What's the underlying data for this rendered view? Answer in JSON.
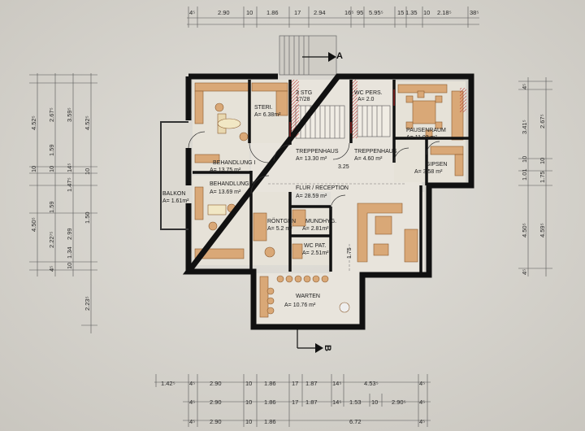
{
  "rooms": [
    {
      "id": "steri",
      "name": "STERI.",
      "area": "A= 6.38m²"
    },
    {
      "id": "behandlung1",
      "name": "BEHANDLUNG I",
      "area": "A= 13.75 m²"
    },
    {
      "id": "behandlung2",
      "name": "BEHANDLUNG II",
      "area": "A= 13.69 m²"
    },
    {
      "id": "balkon",
      "name": "BALKON",
      "area": "A= 1.61m²"
    },
    {
      "id": "treppenhaus1",
      "name": "TREPPENHAUS",
      "area": "A= 13.30 m²"
    },
    {
      "id": "treppenhaus2",
      "name": "TREPPENHAUS",
      "area": "A= 4.60 m²"
    },
    {
      "id": "flur",
      "name": "FLUR / RECEPTION",
      "area": "A= 28.59 m²"
    },
    {
      "id": "pausenraum",
      "name": "PAUSENRAUM",
      "area": "A= 11.03 m²"
    },
    {
      "id": "gipsen",
      "name": "GIPSEN",
      "area": "A= 3.58 m²"
    },
    {
      "id": "roentgen",
      "name": "RÖNTGEN",
      "area": "A= 5.2 m²"
    },
    {
      "id": "mundhyg",
      "name": "MUNDHYG.",
      "area": "A= 2.81m²"
    },
    {
      "id": "wcpat",
      "name": "WC PAT.",
      "area": "A= 2.51m²"
    },
    {
      "id": "warten",
      "name": "WARTEN",
      "area": "A= 10.76 m²"
    },
    {
      "id": "wcpers",
      "name": "WC PERS.",
      "area": "A= 2.0"
    }
  ],
  "small_labels": {
    "dim_325": "3.25",
    "dim_175": "1.75",
    "stair_label": "3 STG",
    "stair_rise": "17/28"
  },
  "section_marks": {
    "top": "A",
    "bottom": "B"
  },
  "dims_top": [
    "4⁵",
    "2.90",
    "10",
    "1.86",
    "17",
    "2.94",
    "16⁵",
    "95",
    "5.95⁵",
    "15",
    "1.35",
    "10",
    "2.18⁵",
    "38⁵"
  ],
  "dims_bottom_rows": [
    [
      "1.42⁵",
      "4⁵",
      "2.90",
      "10",
      "1.86",
      "17",
      "1.87",
      "14⁵",
      "4.53⁵",
      "4⁵"
    ],
    [
      "4⁵",
      "2.90",
      "10",
      "1.86",
      "17",
      "1.87",
      "14⁵",
      "1.53",
      "10",
      "2.90⁵",
      "4⁵"
    ],
    [
      "4⁵",
      "2.90",
      "10",
      "1.86",
      "6.72",
      "4⁵"
    ]
  ],
  "dims_left_rows": [
    [
      "4.52⁵",
      "10",
      "4.50⁵"
    ],
    [
      "2.67⁵",
      "1.59",
      "10",
      "1.59",
      "2.22⁷⁵",
      "4⁵"
    ],
    [
      "3.59⁵",
      "14⁵",
      "1.47⁵",
      "2.99",
      "1.34",
      "10"
    ],
    [
      "4.52⁵",
      "10",
      "1.50",
      "2.23⁵"
    ]
  ],
  "dims_right_rows": [
    [
      "4⁵",
      "3.41⁵",
      "10",
      "1.01",
      "4.50⁵",
      "4⁵"
    ],
    [
      "2.67⁵",
      "10",
      "1.75",
      "4.59⁵"
    ]
  ]
}
